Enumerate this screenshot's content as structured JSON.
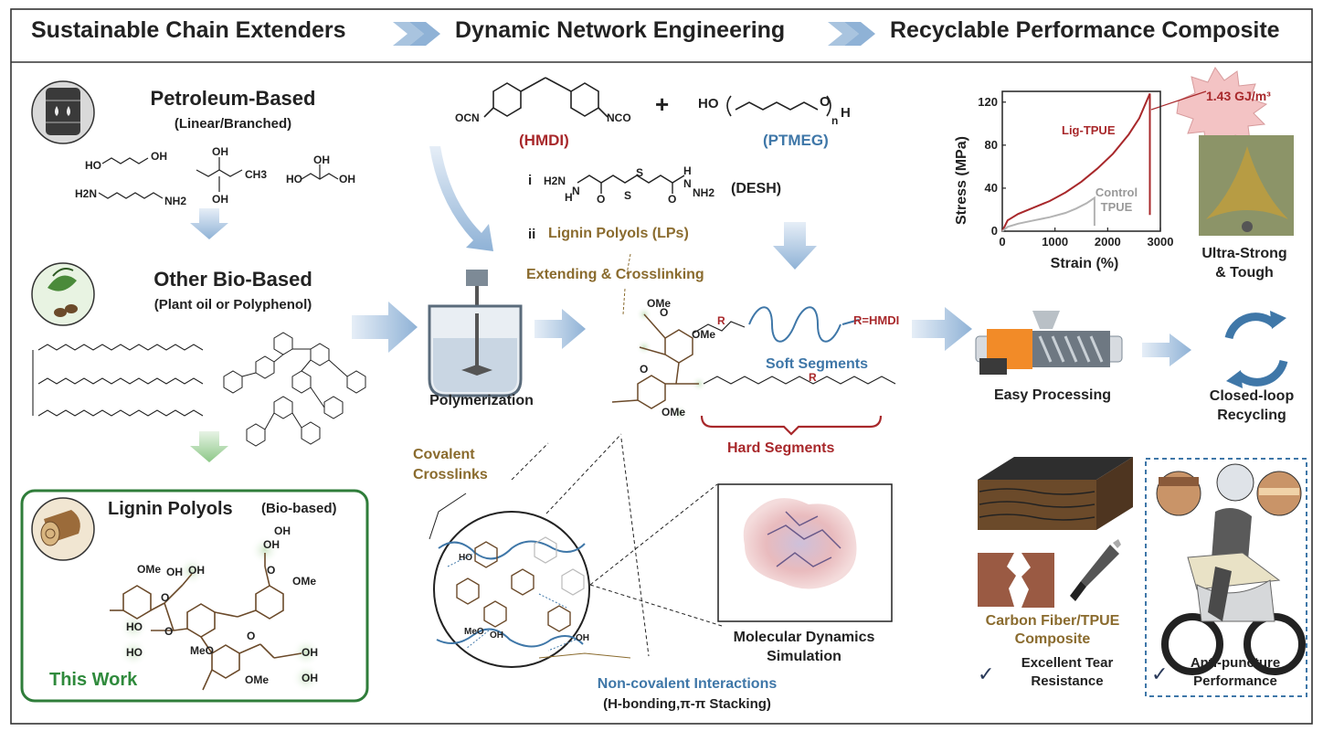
{
  "header": {
    "step1": "Sustainable Chain Extenders",
    "step2": "Dynamic Network Engineering",
    "step3": "Recyclable Performance Composite"
  },
  "left": {
    "petroleum_title": "Petroleum-Based",
    "petroleum_sub": "(Linear/Branched)",
    "biobased_title": "Other Bio-Based",
    "biobased_sub": "(Plant oil or Polyphenol)",
    "lignin_title": "Lignin Polyols",
    "lignin_tag": "(Bio-based)",
    "this_work": "This Work",
    "chem_labels": [
      "HO",
      "OH",
      "OH",
      "CH3",
      "OH",
      "HO",
      "OH",
      "OH",
      "H2N",
      "NH2",
      "OMe",
      "OH",
      "OH",
      "OH",
      "HO",
      "HO",
      "MeO",
      "OMe",
      "OMe",
      "OH",
      "OH",
      "O",
      "O",
      "O",
      "O",
      "OH"
    ]
  },
  "middle": {
    "hmdi_label": "(HMDI)",
    "ptmeg_label": "(PTMEG)",
    "desh_label": "(DESH)",
    "step_i": "i",
    "step_ii": "ii",
    "lignin_polyols": "Lignin Polyols (LPs)",
    "extending": "Extending & Crosslinking",
    "polymerization": "Polymerization",
    "soft_segments": "Soft Segments",
    "hard_segments": "Hard Segments",
    "r_hmdi": "R=HMDI",
    "covalent": "Covalent\nCrosslinks",
    "md_sim": "Molecular Dynamics\nSimulation",
    "noncovalent": "Non-covalent Interactions",
    "noncovalent_sub": "(H-bonding,π-π Stacking)",
    "chem_labels": [
      "OCN",
      "NCO",
      "+",
      "HO",
      "O",
      "n",
      "H",
      "H2N",
      "N",
      "H",
      "O",
      "S",
      "S",
      "O",
      "N",
      "H",
      "NH2",
      "OMe",
      "OMe",
      "OMe",
      "O",
      "O",
      "R",
      "R",
      "HO",
      "MeO",
      "OH",
      "OH"
    ]
  },
  "right": {
    "energy_badge": "1.43 GJ/m³",
    "lig_tpue": "Lig-TPUE",
    "control": "Control\nTPUE",
    "ultra": "Ultra-Strong\n& Tough",
    "easy_processing": "Easy Processing",
    "closed_loop": "Closed-loop\nRecycling",
    "composite": "Carbon Fiber/TPUE\nComposite",
    "tear": "Excellent Tear\nResistance",
    "puncture": "Anti-puncture\nPerformance",
    "check": "✓"
  },
  "chart_data": {
    "type": "line",
    "xlabel": "Strain (%)",
    "ylabel": "Stress (MPa)",
    "xlim": [
      0,
      3000
    ],
    "ylim": [
      0,
      130
    ],
    "xticks": [
      0,
      1000,
      2000,
      3000
    ],
    "yticks": [
      0,
      40,
      80,
      120
    ],
    "series": [
      {
        "name": "Lig-TPUE",
        "color": "#a8282b",
        "x": [
          0,
          100,
          300,
          600,
          900,
          1200,
          1500,
          1800,
          2100,
          2400,
          2600,
          2800,
          2800
        ],
        "y": [
          0,
          10,
          16,
          22,
          28,
          36,
          46,
          58,
          72,
          90,
          105,
          128,
          15
        ]
      },
      {
        "name": "Control TPUE",
        "color": "#b3b3b3",
        "x": [
          0,
          100,
          300,
          600,
          900,
          1200,
          1400,
          1600,
          1750,
          1750
        ],
        "y": [
          0,
          4,
          7,
          10,
          13,
          17,
          21,
          26,
          31,
          5
        ]
      }
    ]
  },
  "colors": {
    "lignin_box": "#2f7d3a",
    "arrow": "#a9c4df",
    "red": "#a8282b",
    "blue": "#3f77a8",
    "brown": "#8a6b2e"
  }
}
